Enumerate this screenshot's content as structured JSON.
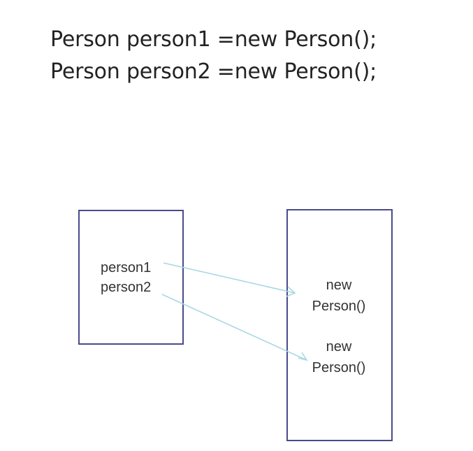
{
  "code": {
    "lines": [
      "Person person1 =new Person();",
      "Person person2 =new Person();"
    ]
  },
  "diagram": {
    "stack": {
      "variables": [
        "person1",
        "person2"
      ]
    },
    "heap": {
      "objects": [
        {
          "line1": "new",
          "line2": "Person()"
        },
        {
          "line1": "new",
          "line2": "Person()"
        }
      ]
    },
    "arrow_color": "#a8d8e4",
    "box_color": "#4a4a8c"
  }
}
